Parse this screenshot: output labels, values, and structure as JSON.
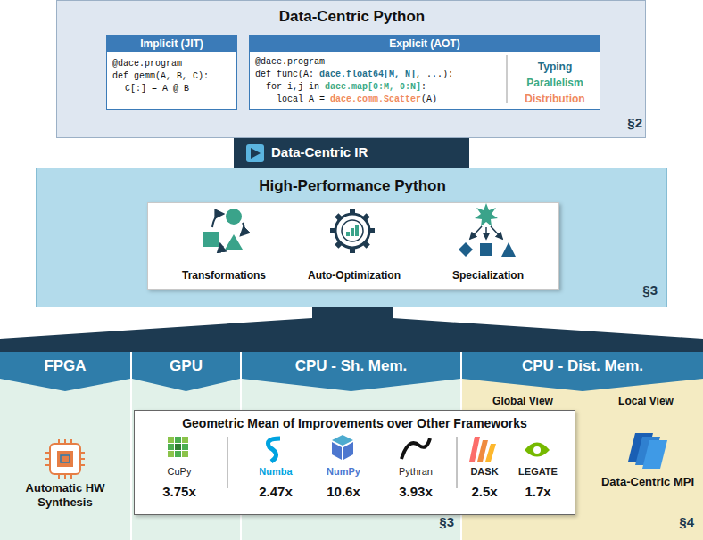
{
  "diagram": {
    "nodes": [
      {
        "text": [
          "Data-Centric Python",
          "§2"
        ]
      },
      {
        "text": [
          "Implicit (JIT)",
          "@dace.program",
          "def gemm(A, B, C):",
          "C[:] = A @ B"
        ],
        "in": 0
      },
      {
        "text": [
          "Explicit (AOT)",
          "@dace.program",
          "def func(A: dace.float64[M, N], ...):",
          "for i,j in dace.map[0:M, 0:N]:",
          "local_A = dace.comm.Scatter(A)",
          "Typing",
          "Parallelism",
          "Distribution"
        ],
        "in": 0
      },
      {
        "text": [
          "Data-Centric IR"
        ]
      },
      {
        "text": [
          "High-Performance Python",
          "§3"
        ]
      },
      {
        "text": [
          "Transformations",
          "Auto-Optimization",
          "Specialization"
        ],
        "in": 4
      },
      {
        "text": [
          "FPGA",
          "Automatic HW Synthesis"
        ]
      },
      {
        "text": [
          "GPU"
        ]
      },
      {
        "text": [
          "CPU - Sh. Mem.",
          "§3"
        ]
      },
      {
        "text": [
          "CPU - Dist. Mem.",
          "Global View",
          "Local View",
          "Data-Centric MPI",
          "§4"
        ]
      },
      {
        "text": [
          "Geometric Mean of Improvements over Other Frameworks",
          "CuPy",
          "3.75x",
          "Numba",
          "2.47x",
          "NumPy",
          "10.6x",
          "Pythran",
          "3.93x",
          "DASK",
          "2.5x",
          "LEGATE",
          "1.7x"
        ]
      }
    ]
  }
}
